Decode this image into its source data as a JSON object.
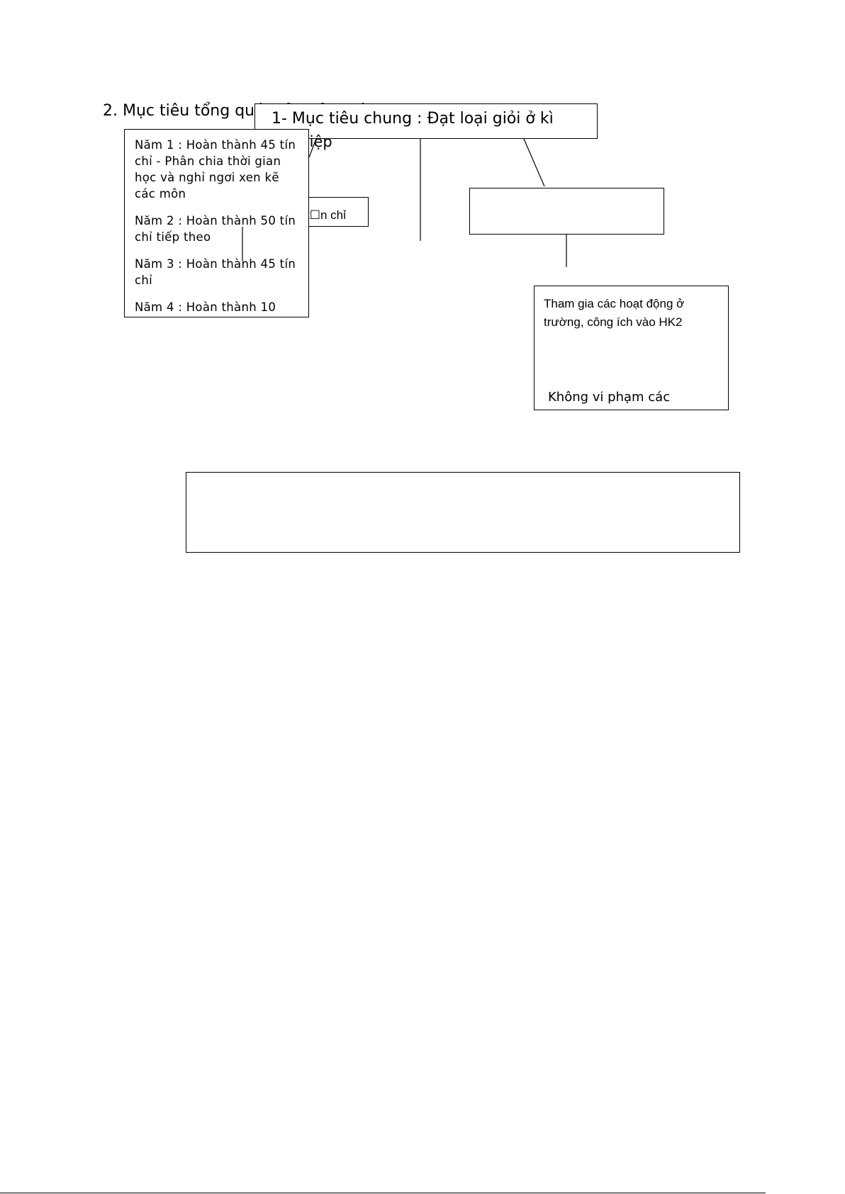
{
  "heading": "2. Mục tiêu tổng quát của bản thân :",
  "goal_box": {
    "line1": "1- Mục tiêu chung : Đạt loại giỏi ở kì",
    "line2": "ghiệp"
  },
  "credit_box": {
    "text": "t☐n chỉ"
  },
  "years_box": {
    "year1": "Năm 1 : Hoàn thành 45 tín chỉ - Phân chia thời gian học và nghỉ ngơi xen kẽ các môn",
    "year2": "Năm 2 : Hoàn thành 50 tín chỉ tiếp theo",
    "year3": "Năm 3 :  Hoàn thành 45 tín chỉ",
    "year4": "Năm 4 : Hoàn thành 10"
  },
  "activities_box": {
    "line1": "Tham gia các hoạt động ở trường, công ích vào HK2",
    "line2": "Không vi phạm các"
  }
}
